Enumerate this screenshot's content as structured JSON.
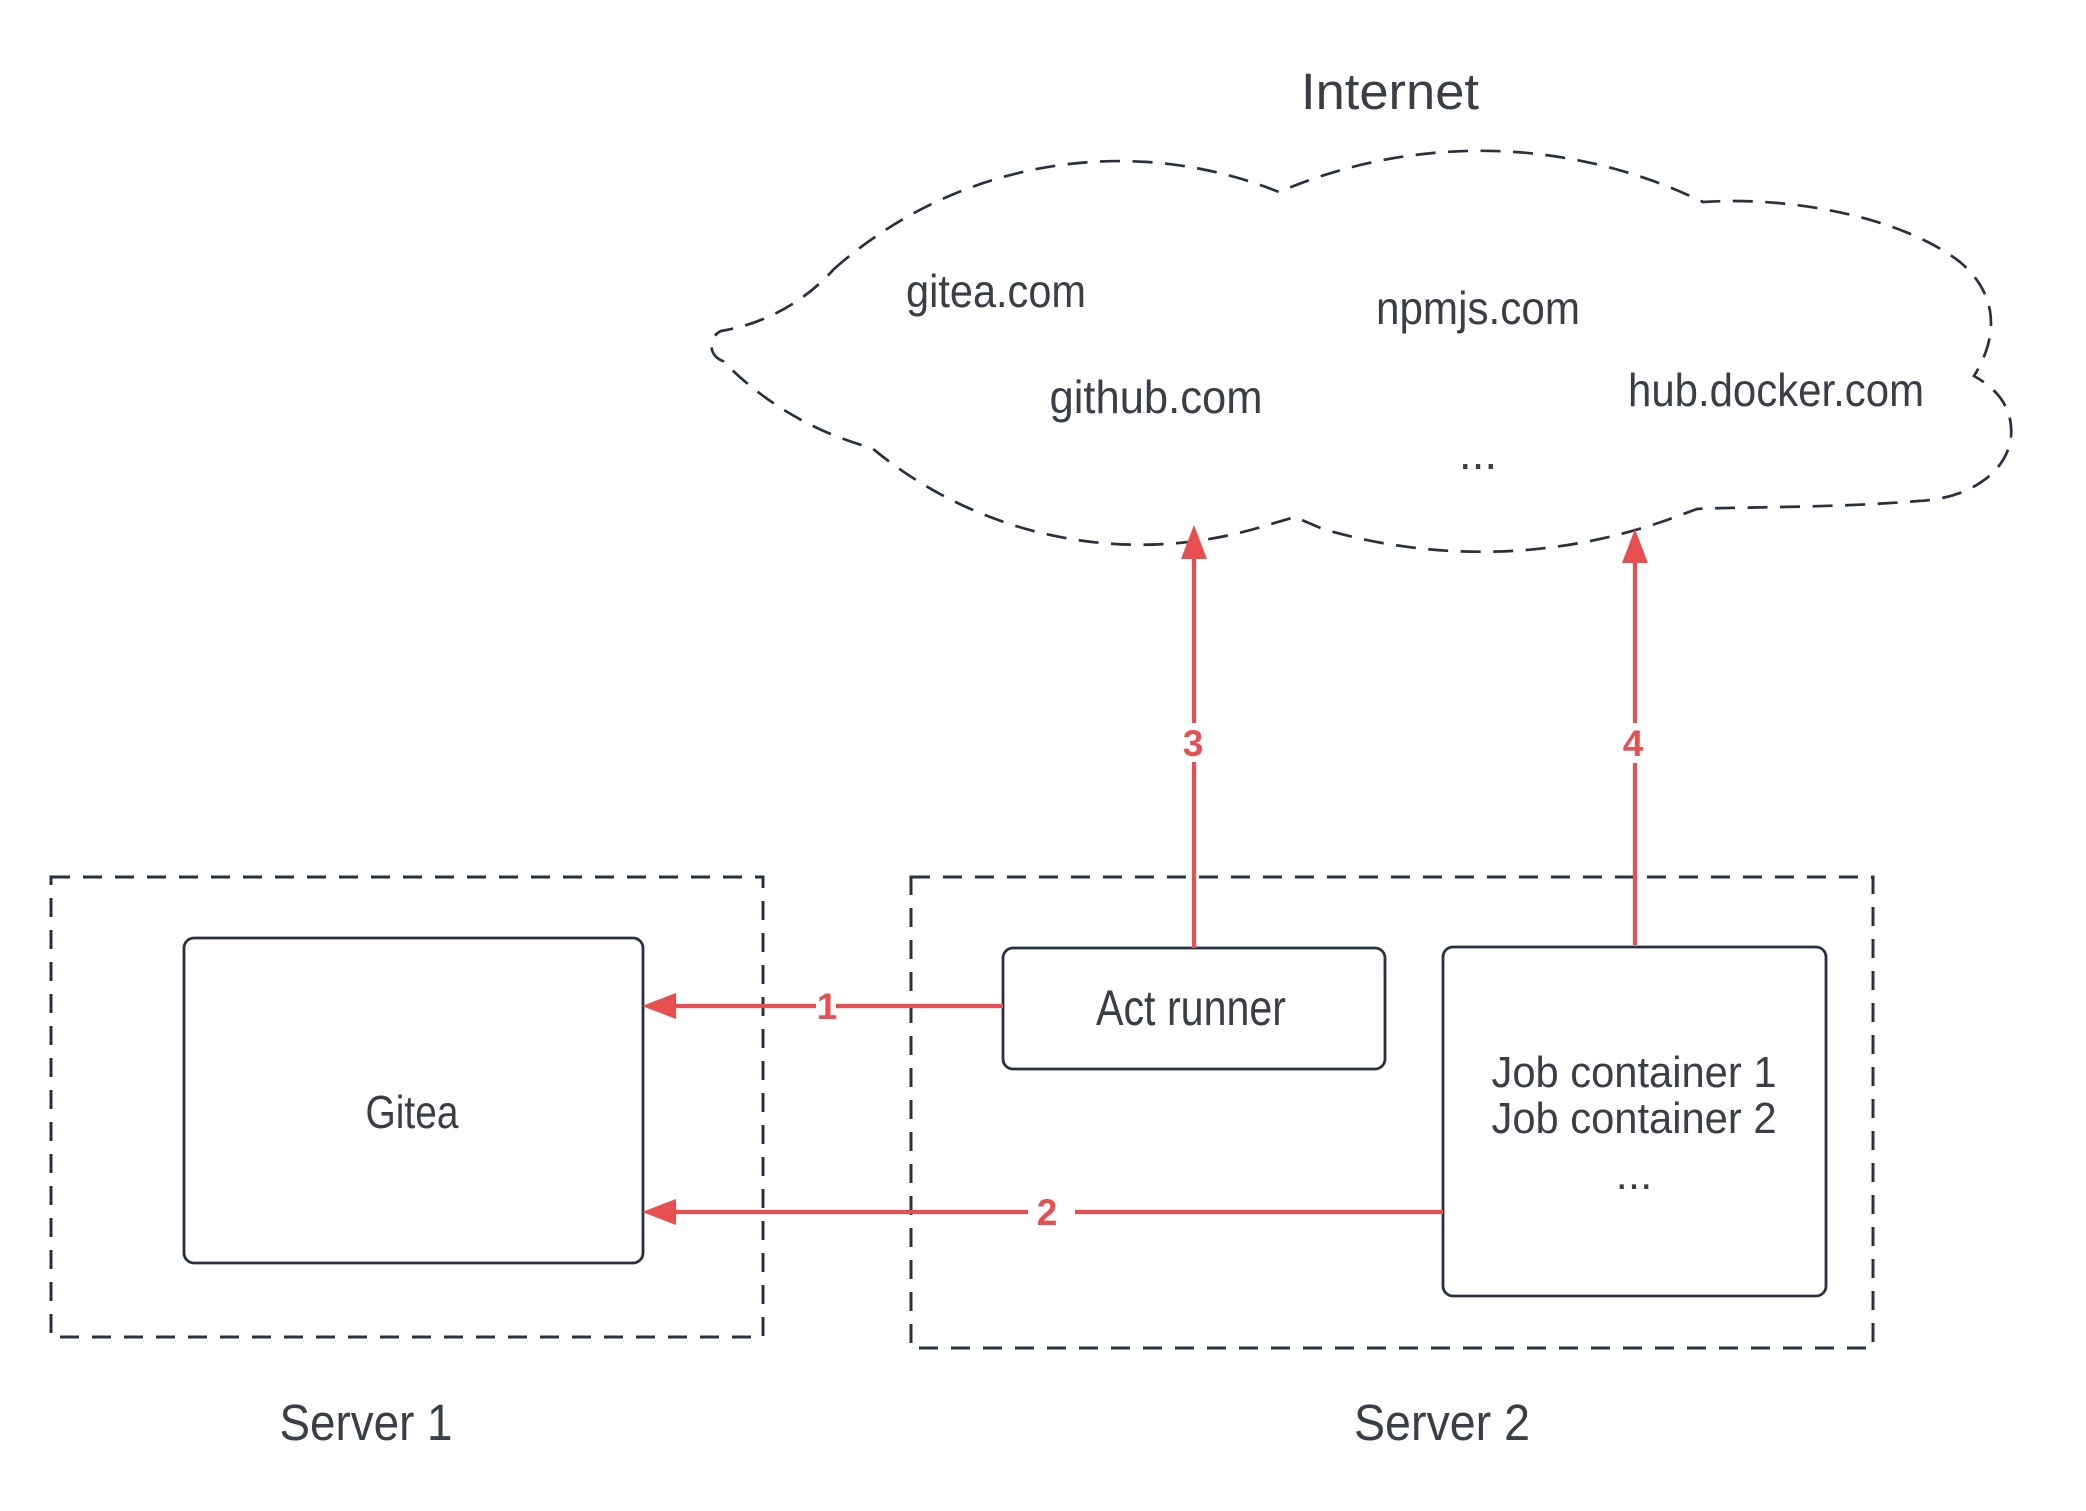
{
  "title": "Internet",
  "colors": {
    "line": "#28313f",
    "text": "#3a3f47",
    "accent_red": "#e84f51",
    "background": "#ffffff"
  },
  "cloud": {
    "label": "Internet",
    "sites": {
      "gitea": "gitea.com",
      "npmjs": "npmjs.com",
      "github": "github.com",
      "dockerhub": "hub.docker.com",
      "more": "..."
    }
  },
  "server1": {
    "label": "Server 1",
    "gitea_box": "Gitea"
  },
  "server2": {
    "label": "Server 2",
    "act_runner_box": "Act runner",
    "job_box": {
      "line1": "Job container 1",
      "line2": "Job container 2",
      "line3": "..."
    }
  },
  "arrows": {
    "a1": "1",
    "a2": "2",
    "a3": "3",
    "a4": "4"
  }
}
